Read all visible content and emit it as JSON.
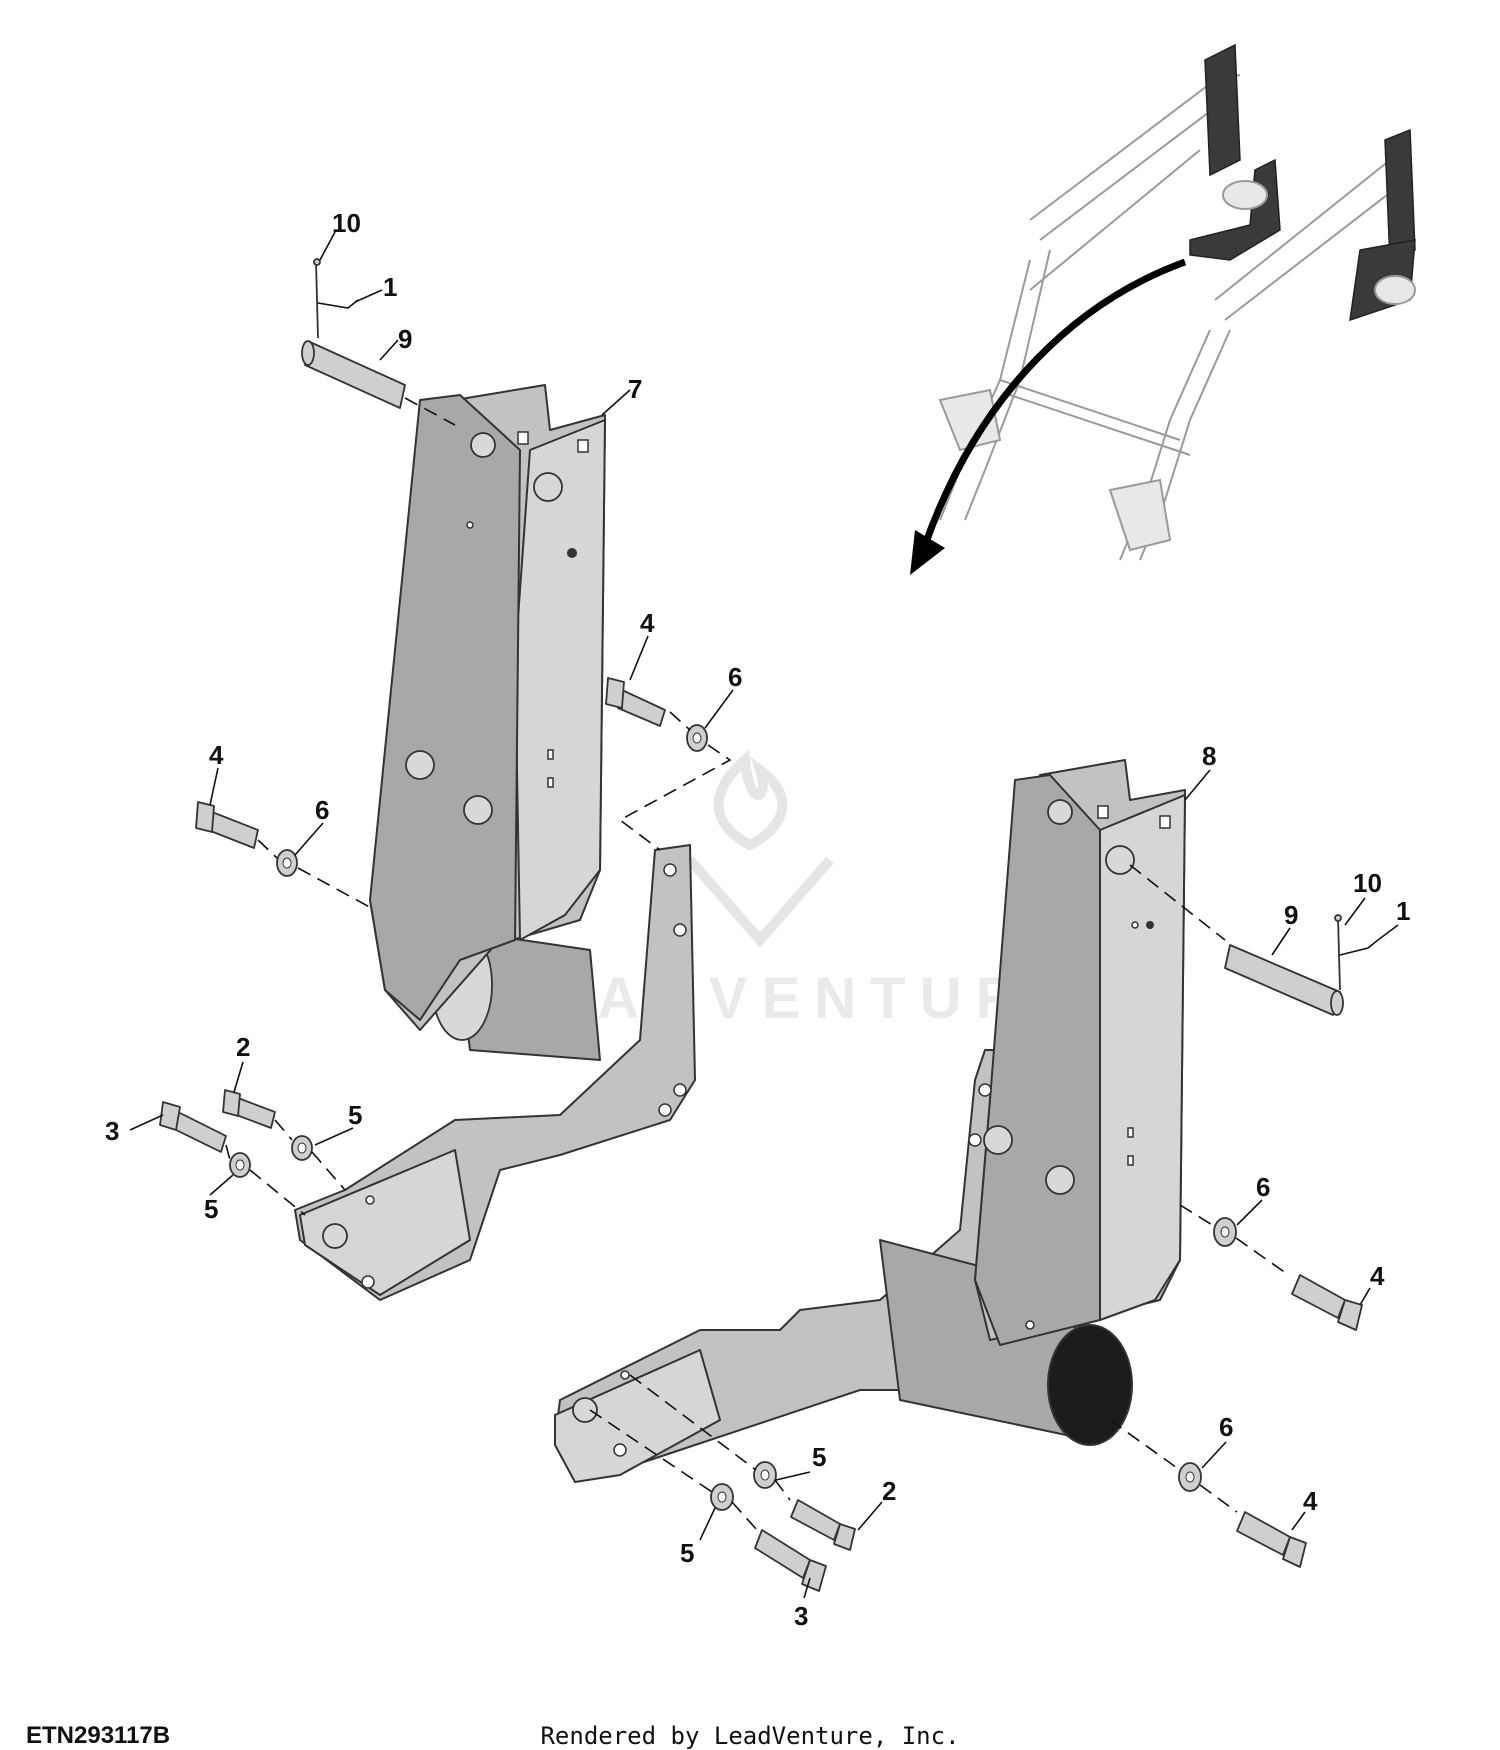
{
  "figure_id": "ETN293117B",
  "credit": "Rendered by LeadVenture, Inc.",
  "watermark": "LEADVENTURE",
  "callouts": {
    "c1": "1",
    "c1b": "1",
    "c2": "2",
    "c2b": "2",
    "c3": "3",
    "c3b": "3",
    "c4a": "4",
    "c4b": "4",
    "c4c": "4",
    "c4d": "4",
    "c5a": "5",
    "c5b": "5",
    "c5c": "5",
    "c5d": "5",
    "c6a": "6",
    "c6b": "6",
    "c6c": "6",
    "c6d": "6",
    "c7": "7",
    "c8": "8",
    "c9a": "9",
    "c9b": "9",
    "c10a": "10",
    "c10b": "10"
  }
}
